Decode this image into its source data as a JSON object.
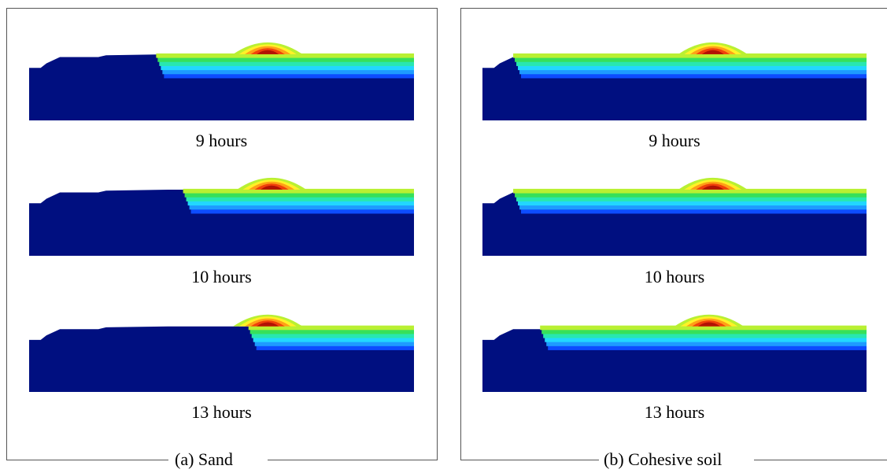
{
  "panels": [
    {
      "caption": "(a) Sand",
      "snapshots": [
        {
          "label": "9 hours",
          "front_position": 0.33,
          "dune_peak": 0.62
        },
        {
          "label": "10 hours",
          "front_position": 0.4,
          "dune_peak": 0.63
        },
        {
          "label": "13 hours",
          "front_position": 0.57,
          "dune_peak": 0.62
        }
      ]
    },
    {
      "caption": "(b) Cohesive soil",
      "snapshots": [
        {
          "label": "9 hours",
          "front_position": 0.08,
          "dune_peak": 0.6
        },
        {
          "label": "10 hours",
          "front_position": 0.08,
          "dune_peak": 0.6
        },
        {
          "label": "13 hours",
          "front_position": 0.15,
          "dune_peak": 0.59
        }
      ]
    }
  ],
  "colors": {
    "bed": "#000f80",
    "layer_bands": [
      "#0d4cff",
      "#1e9bff",
      "#22d7ff",
      "#28e7b0",
      "#37e05a",
      "#b9f032",
      "#fff227",
      "#ff9f17",
      "#f0410b",
      "#b21204"
    ]
  }
}
